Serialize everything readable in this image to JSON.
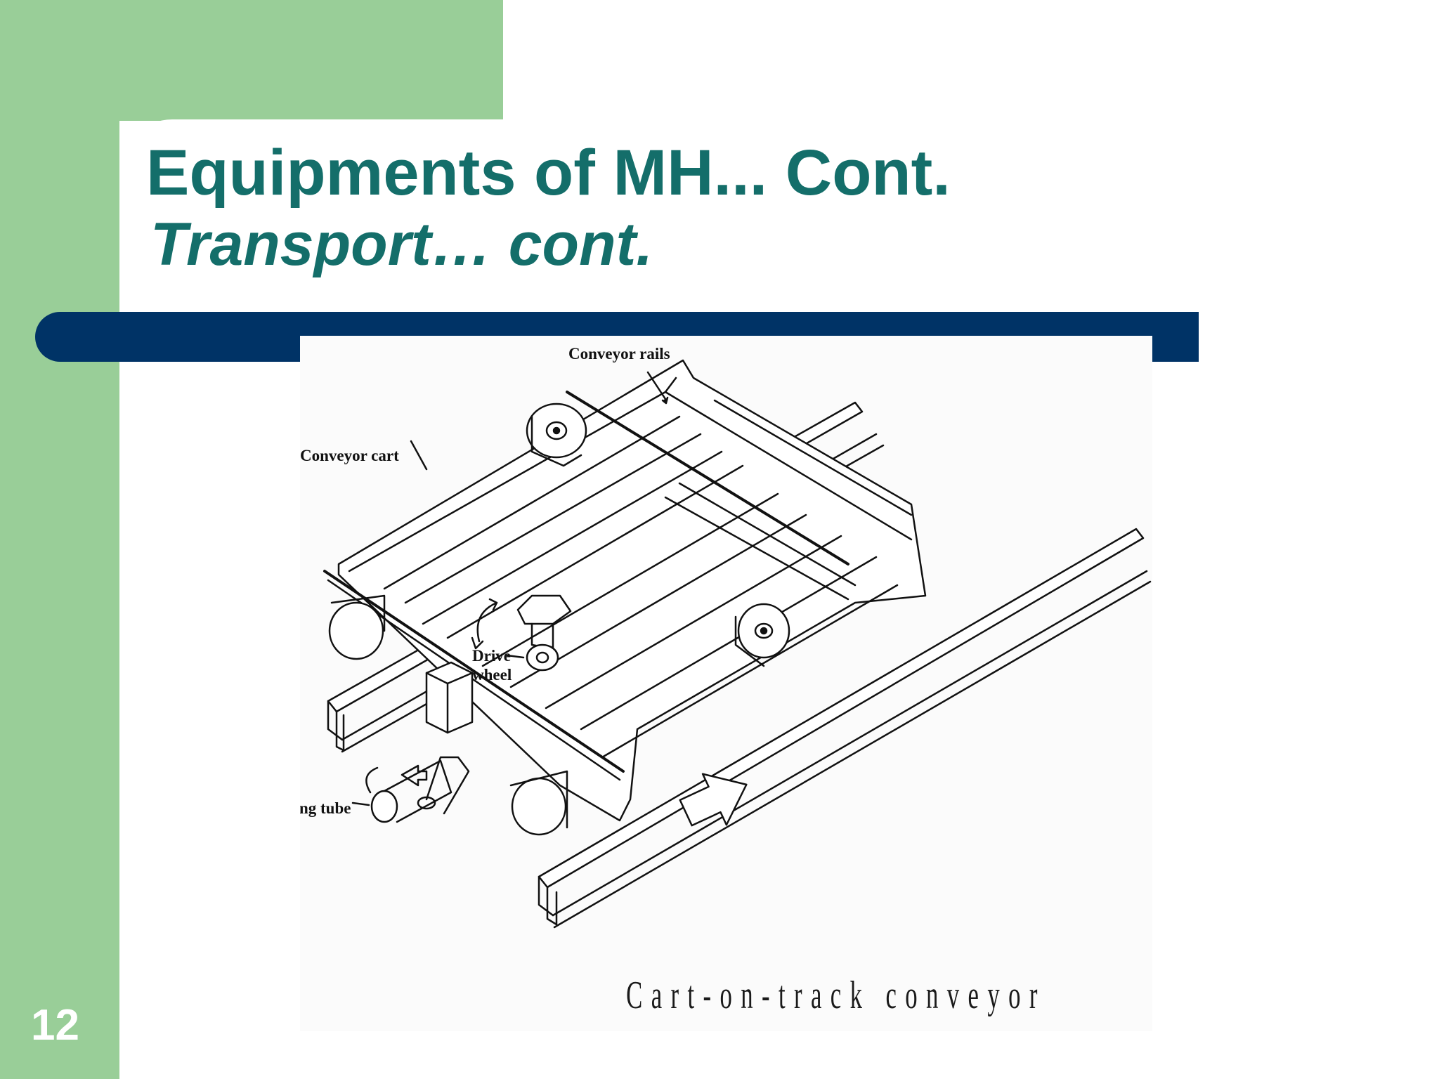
{
  "slide": {
    "title": "Equipments of MH... Cont.",
    "subtitle": "Transport… cont.",
    "caption": "Cart-on-track conveyor",
    "page_number": "12"
  },
  "diagram": {
    "labels": {
      "conveyor_rails": "Conveyor rails",
      "conveyor_cart": "Conveyor cart",
      "drive": "Drive",
      "wheel": "wheel",
      "spinning_tube": "Spinning tube"
    }
  },
  "colors": {
    "green": "#99ce98",
    "teal_title": "#146e6a",
    "navy_bar": "#003366"
  }
}
